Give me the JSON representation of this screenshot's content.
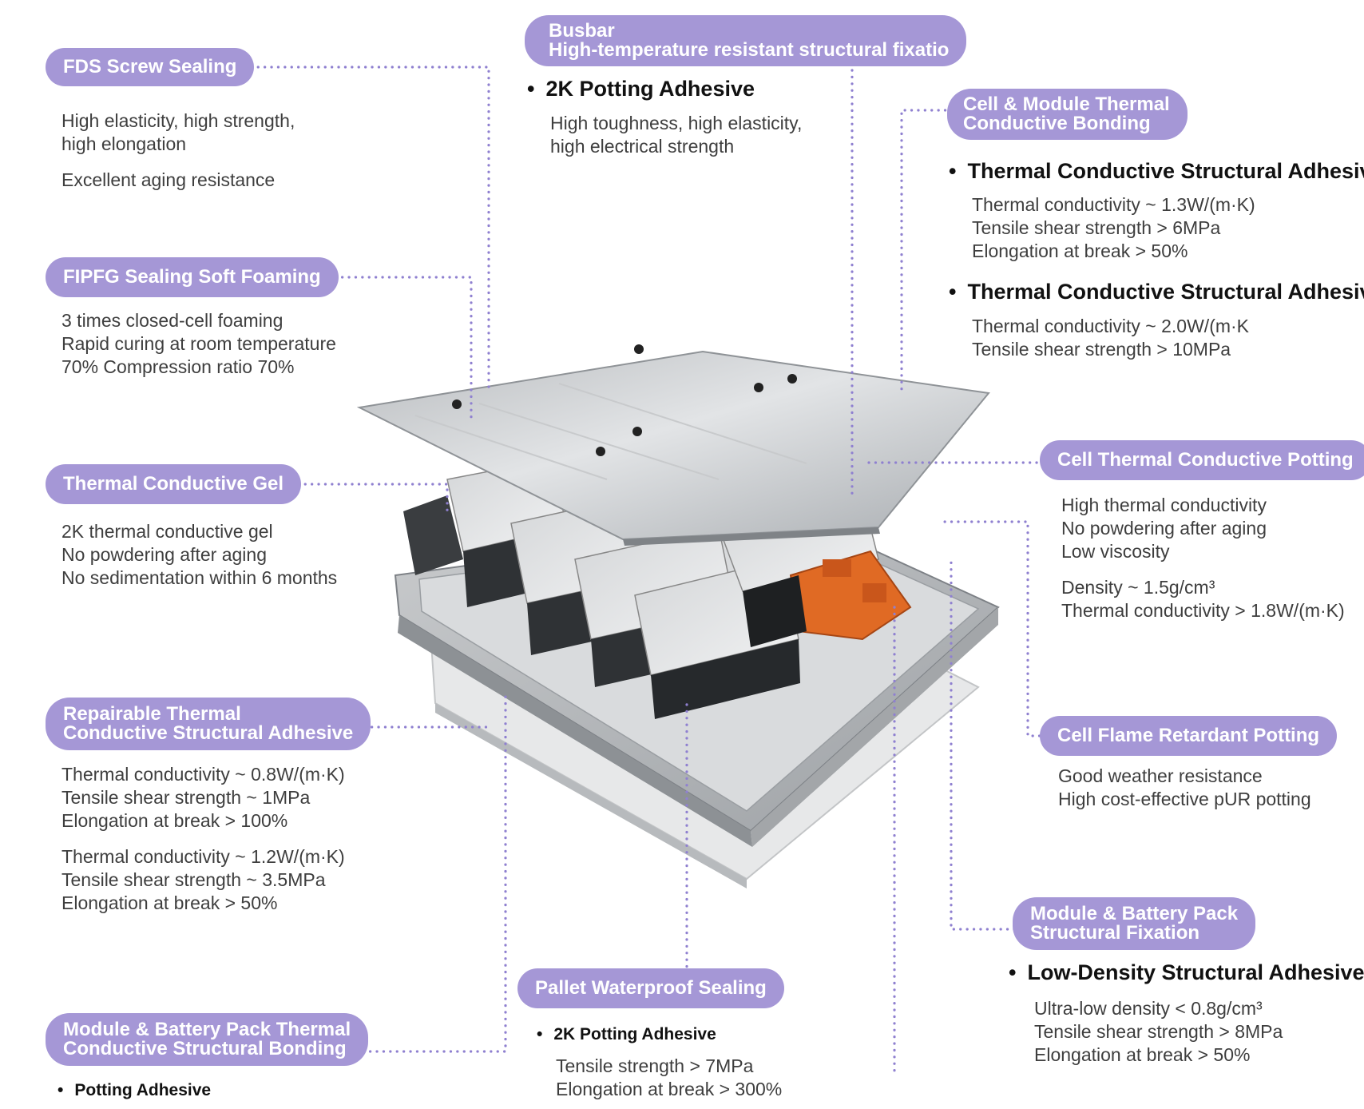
{
  "labels": {
    "fds": "FDS Screw Sealing",
    "fipfg": "FIPFG Sealing Soft Foaming",
    "gel": "Thermal Conductive Gel",
    "repairable": [
      "Repairable Thermal",
      "Conductive Structural Adhesive"
    ],
    "module_thermal": [
      "Module & Battery Pack Thermal",
      "Conductive Structural Bonding"
    ],
    "busbar": [
      "Busbar",
      "High-temperature resistant structural fixatio"
    ],
    "cell_module": [
      "Cell & Module Thermal",
      "Conductive Bonding"
    ],
    "cell_potting": "Cell Thermal Conductive Potting",
    "flame": "Cell Flame Retardant Potting",
    "structural_fix": [
      "Module & Battery Pack",
      "Structural Fixation"
    ],
    "pallet": "Pallet Waterproof Sealing"
  },
  "texts": {
    "fds": [
      "High elasticity, high strength,",
      "high elongation",
      "Excellent aging resistance"
    ],
    "fipfg": [
      "3 times closed-cell foaming",
      "Rapid curing at room temperature",
      "70% Compression ratio 70%"
    ],
    "gel": [
      "2K thermal conductive gel",
      "No powdering after aging",
      "No sedimentation within 6 months"
    ],
    "repairable": [
      "Thermal conductivity ~ 0.8W/(m·K)",
      "Tensile shear strength ~ 1MPa",
      "Elongation at break > 100%",
      "Thermal conductivity ~ 1.2W/(m·K)",
      "Tensile shear strength ~ 3.5MPa",
      "Elongation at break > 50%"
    ],
    "module_thermal_bullet": "Potting Adhesive",
    "busbar_bullet": "2K Potting Adhesive",
    "busbar": [
      "High toughness, high elasticity,",
      "high electrical strength"
    ],
    "cell_module_bullet1": "Thermal Conductive Structural Adhesive",
    "cell_module_1": [
      "Thermal conductivity ~ 1.3W/(m·K)",
      "Tensile shear strength > 6MPa",
      "Elongation at break > 50%"
    ],
    "cell_module_bullet2": "Thermal Conductive Structural Adhesive",
    "cell_module_2": [
      "Thermal conductivity ~ 2.0W/(m·K",
      "Tensile shear strength > 10MPa"
    ],
    "cell_potting": [
      "High thermal conductivity",
      "No powdering after aging",
      "Low viscosity",
      "Density ~ 1.5g/cm³",
      "Thermal conductivity > 1.8W/(m·K)"
    ],
    "flame": [
      "Good weather resistance",
      "High cost-effective pUR potting"
    ],
    "structural_fix_bullet": "Low-Density Structural Adhesive",
    "structural_fix": [
      "Ultra-low density < 0.8g/cm³",
      "Tensile shear strength > 8MPa",
      "Elongation at break > 50%"
    ],
    "pallet_bullet": "2K Potting Adhesive",
    "pallet": [
      "Tensile strength > 7MPa",
      "Elongation at break > 300%"
    ]
  },
  "colors": {
    "accent": "#a597d6",
    "leader": "#8f80d0",
    "orange": "#e06a24"
  }
}
